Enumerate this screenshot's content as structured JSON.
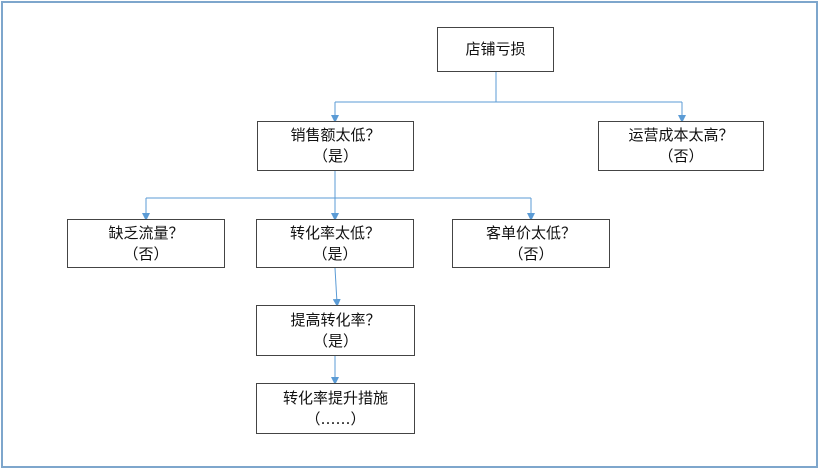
{
  "diagram": {
    "connector_color": "#5b9bd5",
    "border_color": "#7ea6cc",
    "nodes": {
      "root": {
        "line1": "店铺亏损"
      },
      "sales_low": {
        "line1": "销售额太低？",
        "line2": "（是）"
      },
      "cost_high": {
        "line1": "运营成本太高？",
        "line2": "（否）"
      },
      "traffic_low": {
        "line1": "缺乏流量？",
        "line2": "（否）"
      },
      "conversion_low": {
        "line1": "转化率太低？",
        "line2": "（是）"
      },
      "price_low": {
        "line1": "客单价太低？",
        "line2": "（否）"
      },
      "improve_conversion": {
        "line1": "提高转化率？",
        "line2": "（是）"
      },
      "measures": {
        "line1": "转化率提升措施",
        "line2": "（……）"
      }
    }
  }
}
